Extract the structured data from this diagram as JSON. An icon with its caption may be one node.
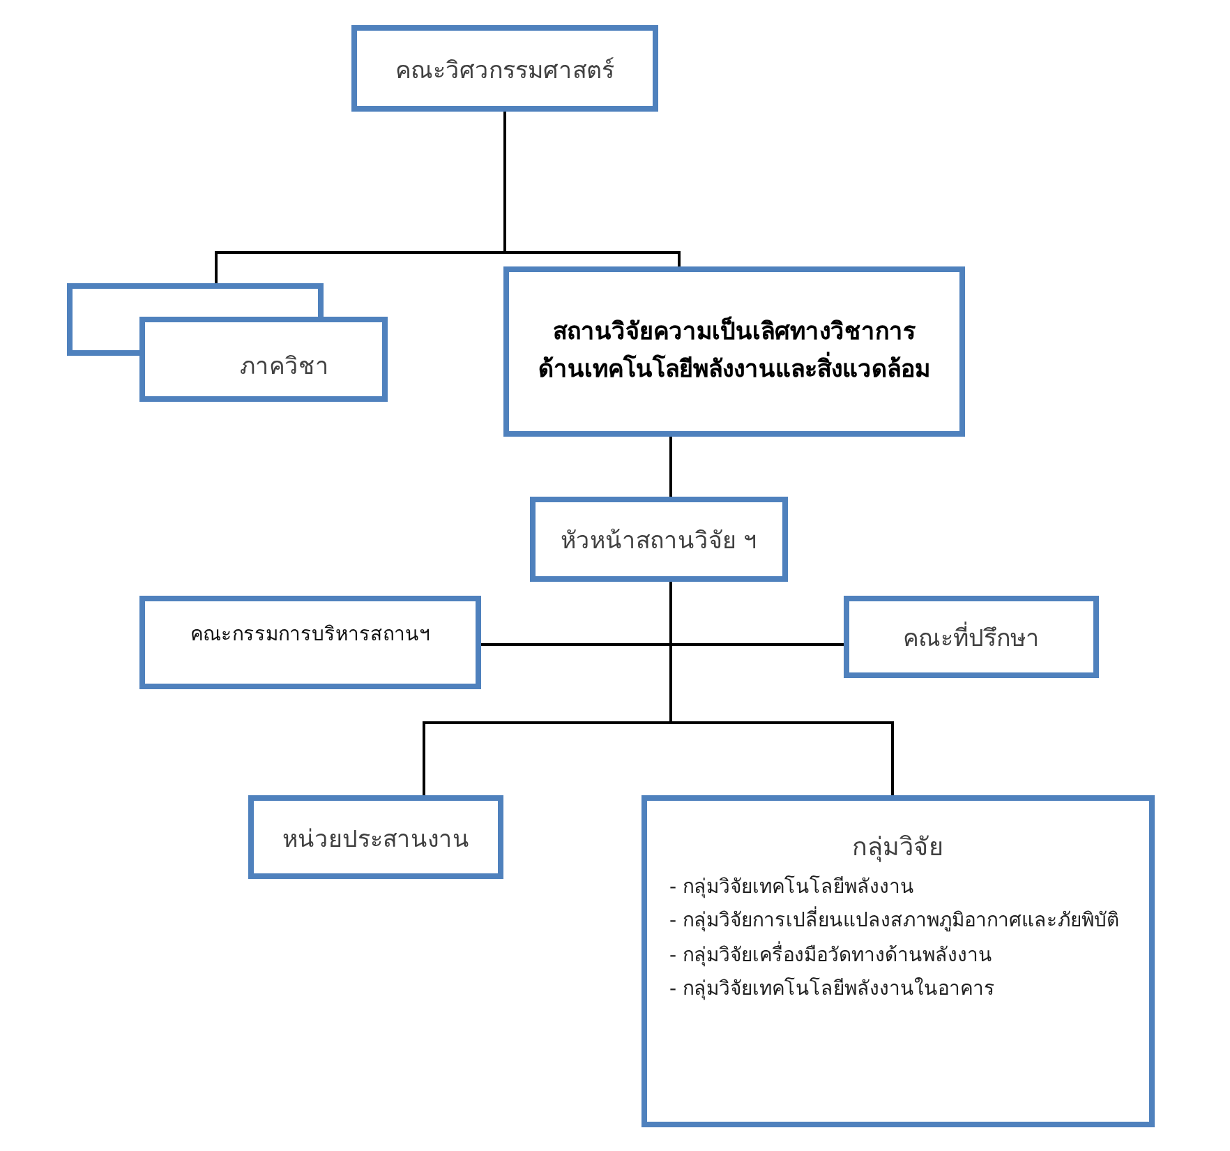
{
  "diagram": {
    "nodes": [
      {
        "text": [
          "คณะวิศวกรรมศาสตร์"
        ]
      },
      {
        "text": [],
        "shape": "box"
      },
      {
        "text": [
          "ภาควิชา"
        ]
      },
      {
        "text": [
          "สถานวิจัยความเป็นเลิศทางวิชาการด้านเทคโนโลยีพลังงานและสิ่งแวดล้อม"
        ]
      },
      {
        "text": [
          "หัวหน้าสถานวิจัย ฯ"
        ]
      },
      {
        "text": [
          "คณะกรรมการบริหารสถานฯ"
        ]
      },
      {
        "text": [
          "คณะที่ปรึกษา"
        ]
      },
      {
        "text": [
          "หน่วยประสานงาน"
        ]
      },
      {
        "text": [
          "กลุ่มวิจัย",
          "- กลุ่มวิจัยเทคโนโลยีพลังงาน",
          "- กลุ่มวิจัยการเปลี่ยนแปลงสภาพภูมิอากาศและภัยพิบัติ",
          "- กลุ่มวิจัยเครื่องมือวัดทางด้านพลังงาน",
          "- กลุ่มวิจัยเทคโนโลยีพลังงานในอาคาร"
        ]
      }
    ],
    "edges": [
      {
        "from": 0,
        "to": 1,
        "arrow": "none"
      },
      {
        "from": 0,
        "to": 3,
        "arrow": "none"
      },
      {
        "from": 3,
        "to": 4,
        "arrow": "none"
      },
      {
        "from": 4,
        "to": 5,
        "arrow": "none"
      },
      {
        "from": 4,
        "to": 6,
        "arrow": "none"
      },
      {
        "from": 4,
        "to": 7,
        "arrow": "none"
      },
      {
        "from": 4,
        "to": 8,
        "arrow": "none"
      }
    ]
  }
}
